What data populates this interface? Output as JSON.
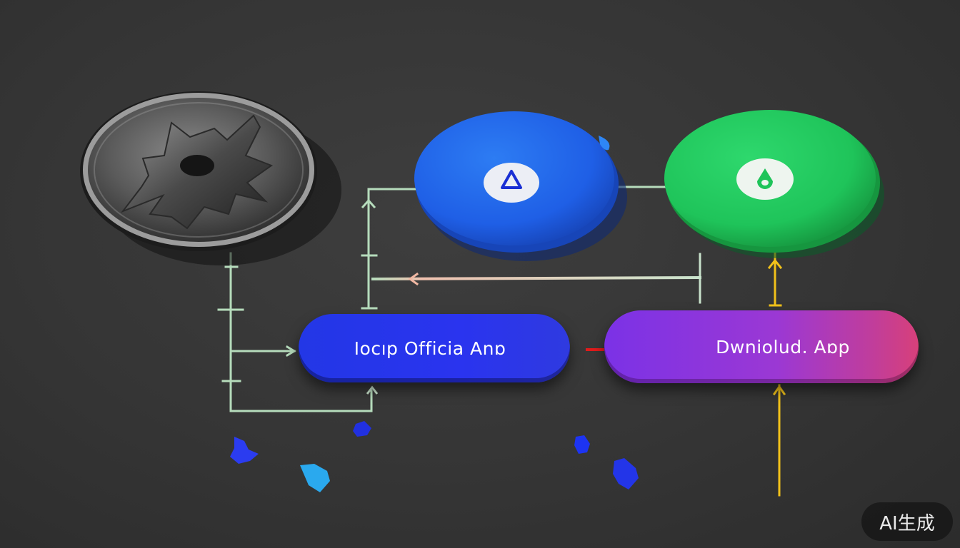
{
  "diagram": {
    "nodes": {
      "settings": {
        "icon": "gear-icon",
        "color": "#4a4a4a"
      },
      "app_blue": {
        "icon": "triangle-icon",
        "color": "#1f5fe6"
      },
      "app_green": {
        "icon": "droplet-icon",
        "color": "#1fc45a"
      },
      "official_app": {
        "label": "Iocıp Officia Anɒ",
        "color": "#2a34ef"
      },
      "download_app": {
        "label": "Dwniolud. Aɒp",
        "color": "#9b38d4"
      }
    },
    "connector_colors": {
      "mint": "#b6dcbc",
      "peach": "#e8cbb7",
      "yellow": "#f2c21a",
      "red": "#e11b1b"
    },
    "decorations": {
      "shards": [
        "#2b3cf0",
        "#2aa9ee",
        "#2130e0",
        "#1d34f2",
        "#2335e8"
      ]
    }
  },
  "watermark": {
    "text": "AI生成"
  }
}
